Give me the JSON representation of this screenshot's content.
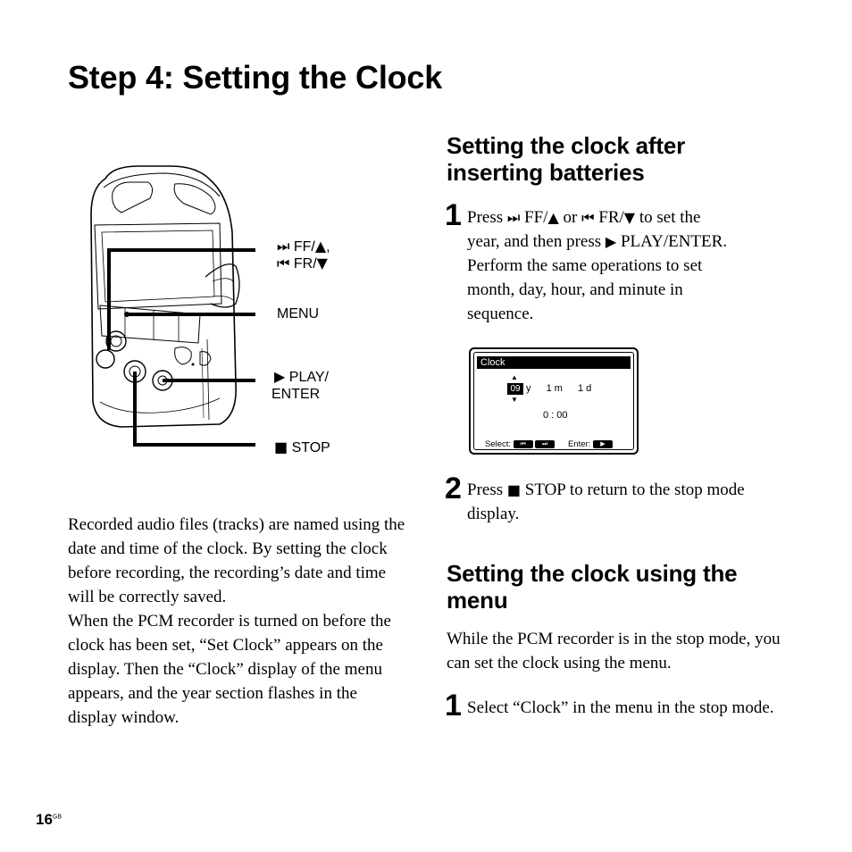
{
  "page": {
    "title": "Step 4: Setting the Clock",
    "page_number": "16",
    "page_suffix": "GB"
  },
  "diagram": {
    "labels": {
      "ff": "FF/",
      "fr": "FR/",
      "menu": "MENU",
      "play": "PLAY/",
      "enter": "ENTER",
      "stop": "STOP"
    }
  },
  "intro": {
    "paragraph1": "Recorded audio files (tracks) are named using the date and time of the clock. By setting the clock before recording, the recording’s date and time will be correctly saved.",
    "paragraph2": "When the PCM recorder is turned on before the clock has been set, “Set Clock” appears on the display. Then the “Clock” display of the menu appears, and the year section flashes in the display window."
  },
  "section1": {
    "heading_line1": "Setting the clock after",
    "heading_line2": "inserting batteries",
    "step1": {
      "number": "1",
      "press": "Press",
      "ff": "FF/",
      "or": "or",
      "fr": "FR/",
      "to_set": "to set the",
      "line2_a": "year, and then press",
      "play_enter": "PLAY/ENTER.",
      "line3": "Perform the same operations to set",
      "line4": "month, day, hour, and minute in",
      "line5": "sequence."
    },
    "step2": {
      "number": "2",
      "press": "Press",
      "stop_rest": "STOP to return to the stop mode",
      "line2": "display."
    }
  },
  "lcd": {
    "title": "Clock",
    "year": "09",
    "y": "y",
    "month_value": "1",
    "m": "m",
    "day_value": "1",
    "d": "d",
    "time": "0 : 00",
    "select_label": "Select:",
    "enter_label": "Enter:"
  },
  "section2": {
    "heading_line1": "Setting the clock using the",
    "heading_line2": "menu",
    "paragraph": "While the PCM recorder is in the stop mode, you can set the clock using the menu.",
    "step1": {
      "number": "1",
      "text": "Select “Clock” in the menu in the stop mode."
    }
  }
}
